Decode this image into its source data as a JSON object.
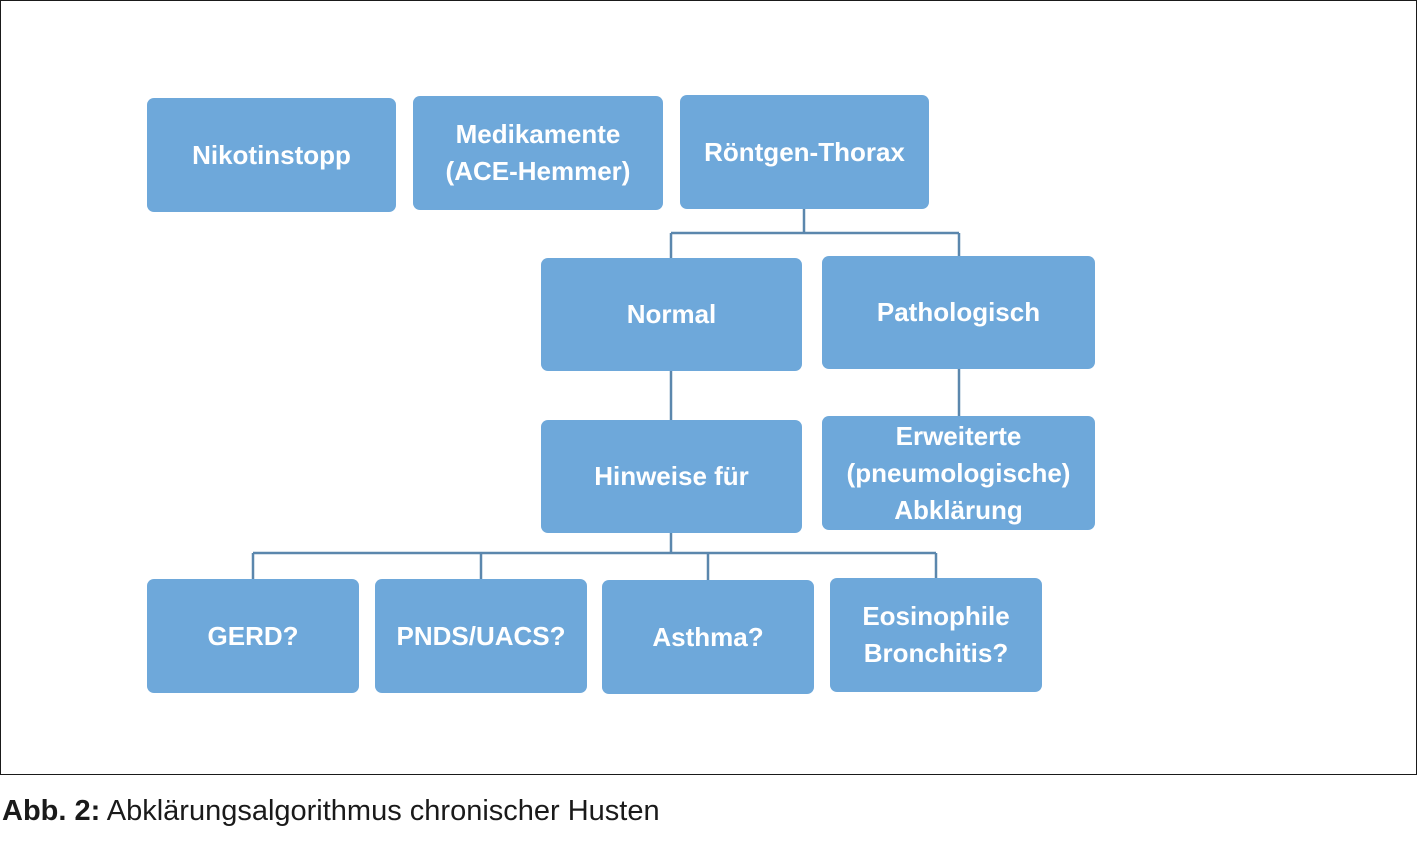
{
  "diagram": {
    "nodes": {
      "nikotinstopp": "Nikotinstopp",
      "medikamente": "Medikamente\n(ACE-Hemmer)",
      "roentgen": "Röntgen-Thorax",
      "normal": "Normal",
      "pathologisch": "Pathologisch",
      "hinweise": "Hinweise für",
      "erweiterte": "Erweiterte\n(pneumologische)\nAbklärung",
      "gerd": "GERD?",
      "pnds": "PNDS/UACS?",
      "asthma": "Asthma?",
      "eosinophile": "Eosinophile\nBronchitis?"
    },
    "edges": [
      [
        "roentgen",
        "normal"
      ],
      [
        "roentgen",
        "pathologisch"
      ],
      [
        "normal",
        "hinweise"
      ],
      [
        "pathologisch",
        "erweiterte"
      ],
      [
        "hinweise",
        "gerd"
      ],
      [
        "hinweise",
        "pnds"
      ],
      [
        "hinweise",
        "asthma"
      ],
      [
        "hinweise",
        "eosinophile"
      ]
    ],
    "colors": {
      "node_fill": "#6ea8da",
      "node_text": "#ffffff",
      "connector": "#5b87ad"
    }
  },
  "caption": {
    "label": "Abb. 2:",
    "text": " Abklärungsalgorithmus chronischer Husten"
  }
}
